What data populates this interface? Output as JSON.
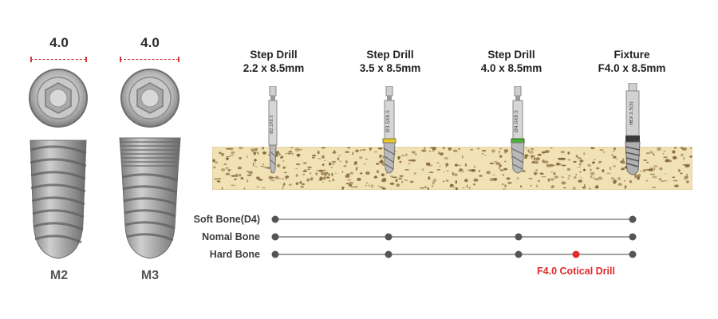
{
  "implants": [
    {
      "diameter": "4.0",
      "model": "M2"
    },
    {
      "diameter": "4.0",
      "model": "M3"
    }
  ],
  "steps": [
    {
      "name": "Step Drill",
      "size": "2.2 x 8.5mm",
      "marking": "Ø2.2X8.5"
    },
    {
      "name": "Step Drill",
      "size": "3.5 x 8.5mm",
      "marking": "Ø3.5X8.5"
    },
    {
      "name": "Step Drill",
      "size": "4.0 x 8.5mm",
      "marking": "Ø4.0X8.5"
    },
    {
      "name": "Fixture",
      "size": "F4.0 x 8.5mm",
      "marking": "HEX 2.5(S)"
    }
  ],
  "bone_types": [
    {
      "label": "Soft Bone(D4)"
    },
    {
      "label": "Nomal Bone"
    },
    {
      "label": "Hard Bone"
    }
  ],
  "cortical_drill": {
    "label": "F4.0 Cotical Drill"
  },
  "colors": {
    "accent_red": "#e02a2a",
    "ring_yellow": "#e8c82a",
    "ring_green": "#4caf3a",
    "bone_bg": "#f1e2b6",
    "node_gray": "#555555"
  }
}
